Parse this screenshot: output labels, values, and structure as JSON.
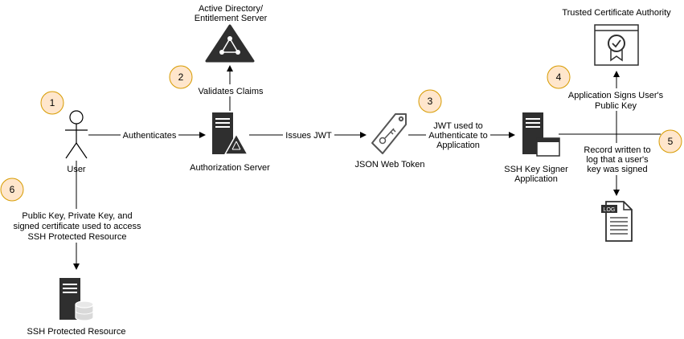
{
  "colors": {
    "step_fill": "#ffe6cc",
    "step_stroke": "#d79b00",
    "icon_dark": "#2f2f2f",
    "line": "#000000"
  },
  "nodes": {
    "user": "User",
    "active_directory": [
      "Active Directory/",
      "Entitlement Server"
    ],
    "authorization_server": "Authorization Server",
    "jwt": "JSON Web Token",
    "ssh_key_signer": [
      "SSH Key Signer",
      "Application"
    ],
    "trusted_ca": "Trusted Certificate Authority",
    "ssh_resource": "SSH Protected Resource",
    "log_badge": "LOG"
  },
  "edges": {
    "authenticates": "Authenticates",
    "validates_claims": "Validates Claims",
    "issues_jwt": "Issues JWT",
    "jwt_used": [
      "JWT used to",
      "Authenticate to",
      "Application"
    ],
    "app_signs": [
      "Application Signs User's",
      "Public Key"
    ],
    "record_written": [
      "Record written to",
      "log that a user's",
      "key was signed"
    ],
    "public_key": [
      "Public Key, Private Key, and",
      "signed certificate used to access",
      "SSH Protected Resource"
    ]
  },
  "steps": [
    "1",
    "2",
    "3",
    "4",
    "5",
    "6"
  ]
}
